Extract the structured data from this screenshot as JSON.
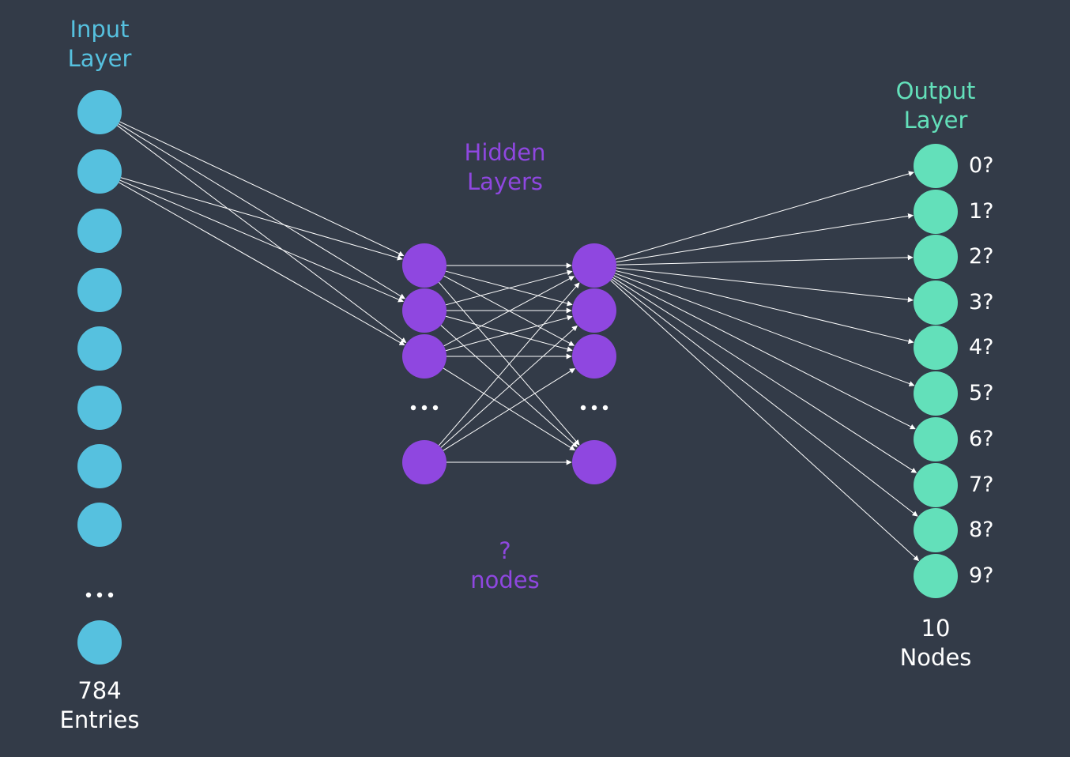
{
  "input_layer": {
    "title_line1": "Input",
    "title_line2": "Layer",
    "ellipsis": "...",
    "count_line1": "784",
    "count_line2": "Entries",
    "color": "#56c1df"
  },
  "hidden_layers": {
    "title_line1": "Hidden",
    "title_line2": "Layers",
    "ellipsis": "...",
    "nodes_line1": "?",
    "nodes_line2": "nodes",
    "color": "#8f47e0"
  },
  "output_layer": {
    "title_line1": "Output",
    "title_line2": "Layer",
    "count_line1": "10",
    "count_line2": "Nodes",
    "color": "#63e0ba",
    "node_labels": [
      "0?",
      "1?",
      "2?",
      "3?",
      "4?",
      "5?",
      "6?",
      "7?",
      "8?",
      "9?"
    ]
  },
  "colors": {
    "background": "#333b48",
    "edge": "#ffffff",
    "text": "#ffffff"
  }
}
